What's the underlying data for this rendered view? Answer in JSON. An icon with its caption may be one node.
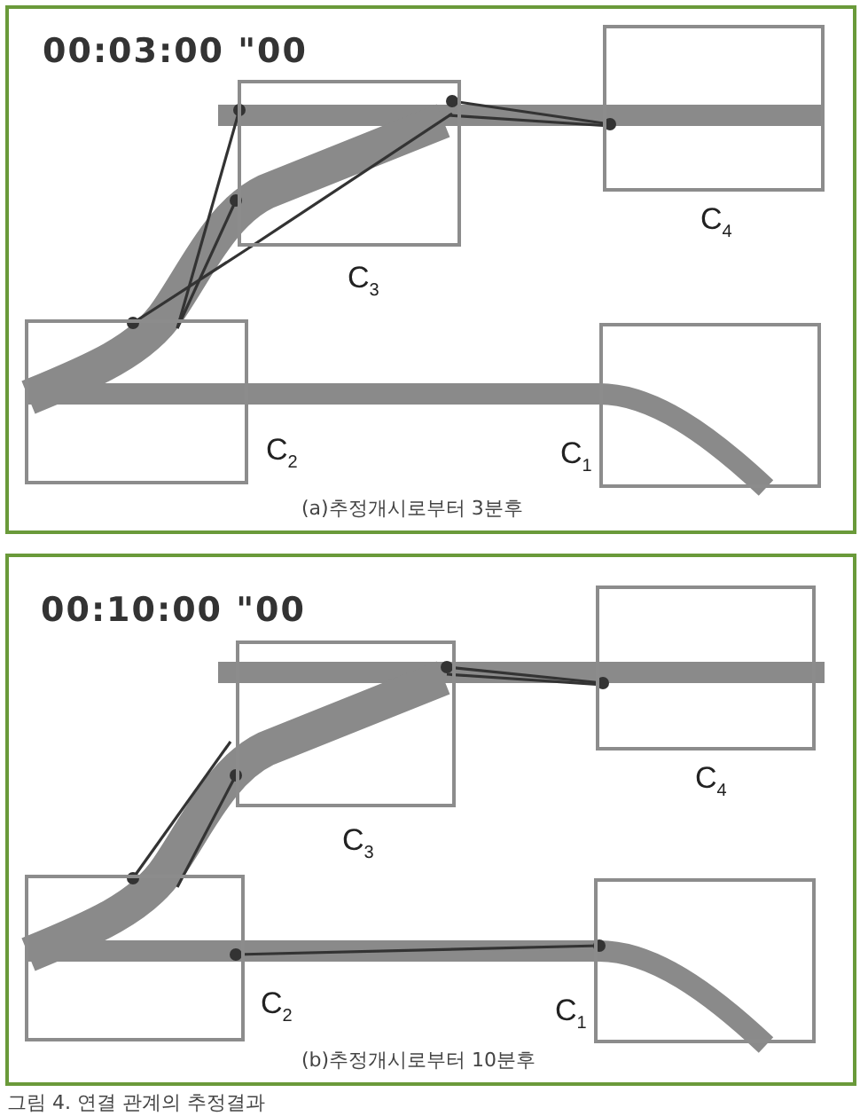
{
  "diagram": {
    "caption": "그림 4. 연결 관계의 추정결과",
    "nodes": [
      {
        "text": [
          "C$_{3}$"
        ]
      },
      {
        "text": [
          "C$_{4}$"
        ]
      },
      {
        "text": [
          "C$_{2}$"
        ]
      },
      {
        "text": [
          "C$_{1}$"
        ]
      },
      {
        "text": [
          "C$_{3}$"
        ]
      },
      {
        "text": [
          "C$_{4}$"
        ]
      },
      {
        "text": [
          "C$_{2}$"
        ]
      },
      {
        "text": [
          "C$_{1}$"
        ]
      }
    ],
    "edges": [],
    "labels": [
      "00:03:00 \"00",
      "(a)추정개시로부터 3분후",
      "00:10:00 \"00",
      "(b)추정개시로부터 10분후"
    ]
  }
}
